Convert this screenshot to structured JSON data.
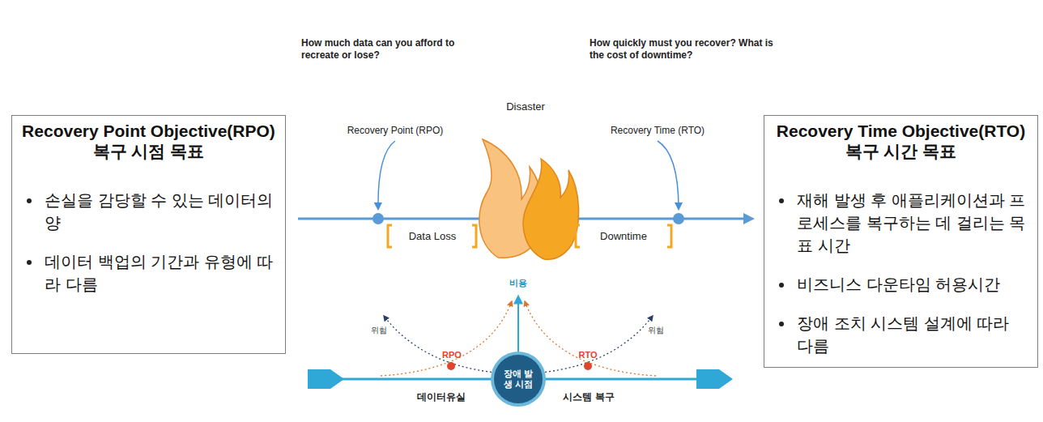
{
  "diagram": {
    "nodes": [
      {
        "text": [
          "Recovery Point Objective(RPO)",
          "복구 시점 목표",
          "손실을 감당할 수 있는 데이터의 양",
          "데이터 백업의 기간과 유형에 따라 다름"
        ]
      },
      {
        "text": [
          "Recovery Time Objective(RTO)",
          "복구 시간 목표",
          "재해 발생 후 애플리케이션과 프로세스를 복구하는 데 걸리는 목표 시간",
          "비즈니스 다운타임 허용시간",
          "장애 조치 시스템 설계에 따라 다름"
        ]
      },
      {
        "text": [
          "장애 발생 시점"
        ]
      }
    ],
    "labels": [
      "How much data can you afford to recreate or lose?",
      "How quickly must you recover? What is the cost of downtime?",
      "Disaster",
      "Recovery Point (RPO)",
      "Recovery Time (RTO)",
      "Data Loss",
      "Downtime",
      "비용",
      "위험",
      "위험",
      "RPO",
      "RTO",
      "데이터유실",
      "시스템 복구"
    ]
  }
}
